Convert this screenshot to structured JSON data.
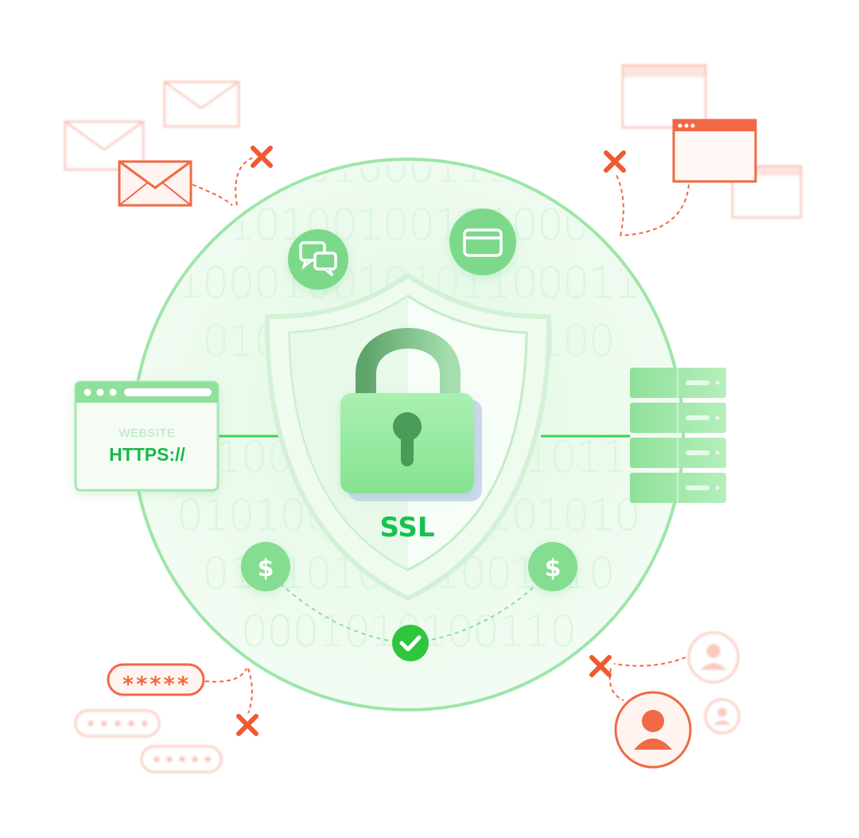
{
  "website_card": {
    "label": "WEBSITE",
    "protocol": "HTTPS://"
  },
  "shield": {
    "label": "SSL"
  },
  "payments": {
    "symbol_left": "$",
    "symbol_right": "$"
  },
  "password": {
    "masked": "*****"
  },
  "background_binary": [
    "01000110",
    "0101001001010000",
    "01000100101011000111",
    "0100010010111100",
    "011001011",
    "01000101001011011",
    "010100101010101010",
    "0101010101001010",
    "0001010100110"
  ],
  "colors": {
    "secure_green": "#16c24f",
    "circle_fill": "#e9fbea",
    "circle_stroke": "#9de6a8",
    "threat_orange": "#ef6a45",
    "threat_faded": "#f8c7b5"
  },
  "icons": [
    "envelope-icon",
    "browser-window-icon",
    "chat-bubbles-icon",
    "credit-card-icon",
    "padlock-icon",
    "shield-icon",
    "server-rack-icon",
    "dollar-icon",
    "checkmark-icon",
    "user-icon",
    "cross-icon"
  ]
}
